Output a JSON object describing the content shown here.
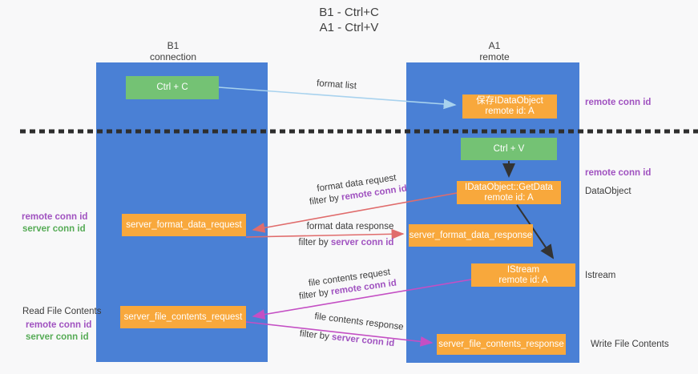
{
  "title": {
    "line1": "B1 - Ctrl+C",
    "line2": "A1 - Ctrl+V"
  },
  "lanes": {
    "left": {
      "title": "B1",
      "subtitle": "connection"
    },
    "right": {
      "title": "A1",
      "subtitle": "remote"
    }
  },
  "nodes": {
    "ctrl_c": "Ctrl + C",
    "ctrl_v": "Ctrl + V",
    "save_idataobject_line1": "保存IDataObject",
    "save_idataobject_line2": "remote id: A",
    "getdata_line1": "IDataObject::GetData",
    "getdata_line2": "remote id: A",
    "istream_line1": "IStream",
    "istream_line2": "remote id: A",
    "server_format_data_request": "server_format_data_request",
    "server_format_data_response": "server_format_data_response",
    "server_file_contents_request": "server_file_contents_request",
    "server_file_contents_response": "server_file_contents_response"
  },
  "arrow_labels": {
    "format_list": "format list",
    "format_data_request": "format data request",
    "format_data_response": "format data response",
    "file_contents_request": "file contents request",
    "file_contents_response": "file contents response",
    "filter_by": "filter by"
  },
  "side_labels": {
    "remote_conn_id": "remote conn id",
    "server_conn_id": "server conn id",
    "dataobject": "DataObject",
    "istream": "Istream",
    "read_file_contents": "Read File Contents",
    "write_file_contents": "Write File Contents"
  },
  "colors": {
    "lane_blue": "#4a80d5",
    "node_green": "#74c274",
    "node_orange": "#f8a83c",
    "arrow_lightblue": "#a8d2ee",
    "arrow_red": "#e06c6c",
    "arrow_magenta": "#c44fc4",
    "arrow_black": "#333333",
    "text_purple": "#a052c0",
    "text_green": "#56ab56",
    "background": "#f8f8f9"
  }
}
